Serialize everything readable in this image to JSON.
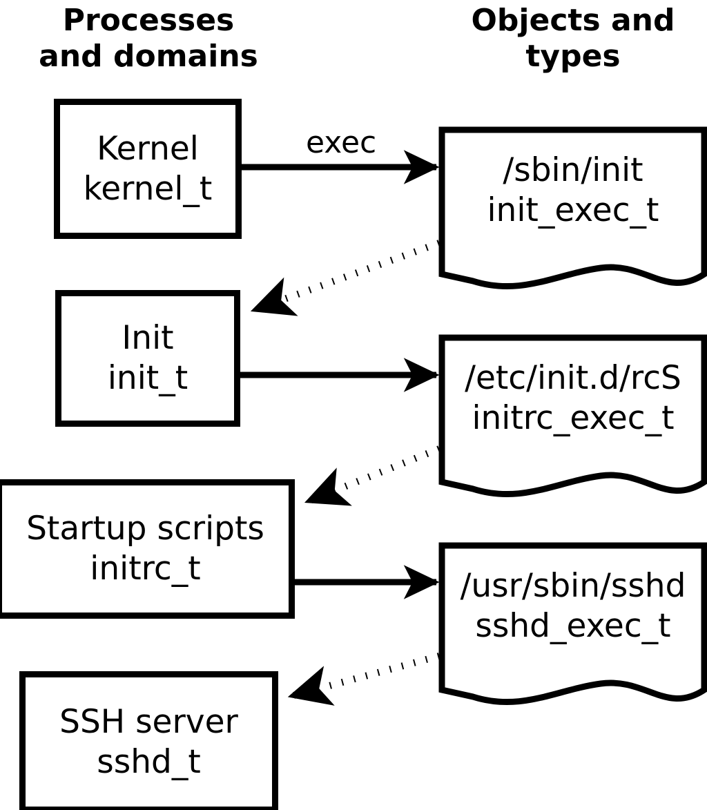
{
  "diagram": {
    "title_left": "Processes\nand domains",
    "title_right": "Objects and\ntypes",
    "colors": {
      "stroke": "#000000",
      "fill": "#ffffff",
      "text": "#000000"
    }
  },
  "process_boxes": [
    {
      "name": "Kernel",
      "type": "kernel_t"
    },
    {
      "name": "Init",
      "type": "init_t"
    },
    {
      "name": "Startup scripts",
      "type": "initrc_t"
    },
    {
      "name": "SSH server",
      "type": "sshd_t"
    }
  ],
  "object_docs": [
    {
      "path": "/sbin/init",
      "type": "init_exec_t"
    },
    {
      "path": "/etc/init.d/rcS",
      "type": "initrc_exec_t"
    },
    {
      "path": "/usr/sbin/sshd",
      "type": "sshd_exec_t"
    }
  ],
  "edges": {
    "exec_label": "exec",
    "solid": [
      {
        "from": "Kernel",
        "to": "/sbin/init",
        "style": "solid",
        "label": "exec"
      },
      {
        "from": "Init",
        "to": "/etc/init.d/rcS",
        "style": "solid",
        "label": ""
      },
      {
        "from": "Startup scripts",
        "to": "/usr/sbin/sshd",
        "style": "solid",
        "label": ""
      }
    ],
    "dotted": [
      {
        "from": "/sbin/init",
        "to": "Init",
        "style": "dotted",
        "label": ""
      },
      {
        "from": "/etc/init.d/rcS",
        "to": "Startup scripts",
        "style": "dotted",
        "label": ""
      },
      {
        "from": "/usr/sbin/sshd",
        "to": "SSH server",
        "style": "dotted",
        "label": ""
      }
    ]
  }
}
